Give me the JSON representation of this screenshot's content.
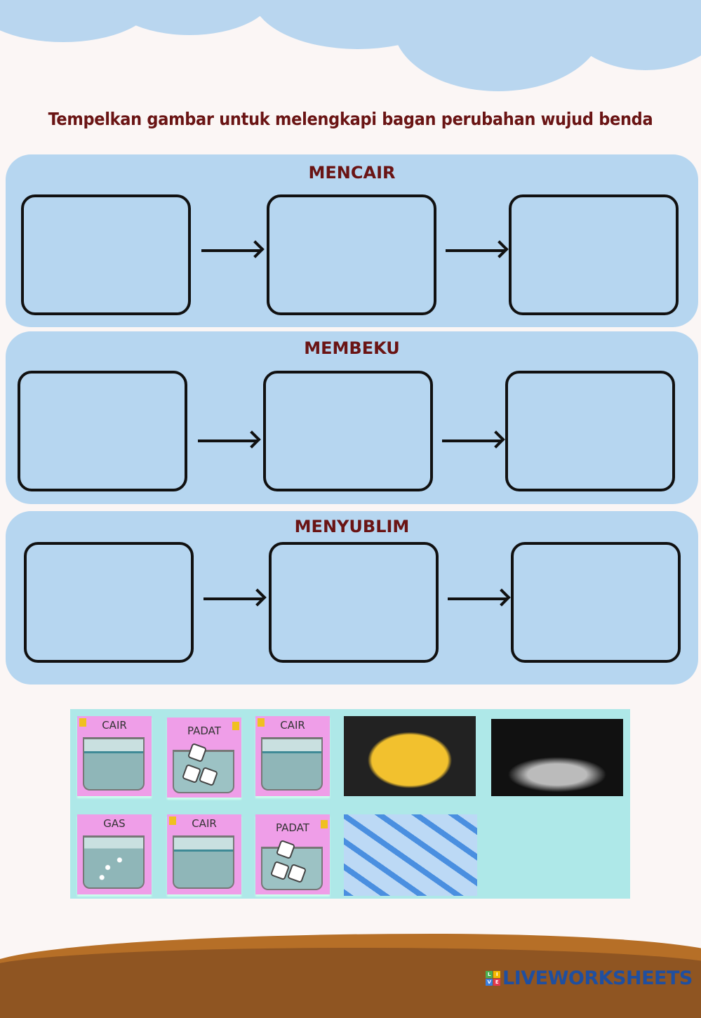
{
  "instruction": "Tempelkan gambar untuk melengkapi bagan perubahan wujud benda",
  "sections": [
    {
      "label": "MENCAIR"
    },
    {
      "label": "MEMBEKU"
    },
    {
      "label": "MENYUBLIM"
    }
  ],
  "cards": {
    "row1": [
      "CAIR",
      "PADAT",
      "CAIR"
    ],
    "row2": [
      "GAS",
      "CAIR",
      "PADAT"
    ]
  },
  "logo": {
    "text": "LIVEWORKSHEETS",
    "letters": [
      "L",
      "I",
      "V",
      "E"
    ]
  },
  "colors": {
    "panel": "#b6d6f0",
    "title": "#6a1414",
    "bank": "#aee8e8",
    "card": "#ef9ee8"
  }
}
